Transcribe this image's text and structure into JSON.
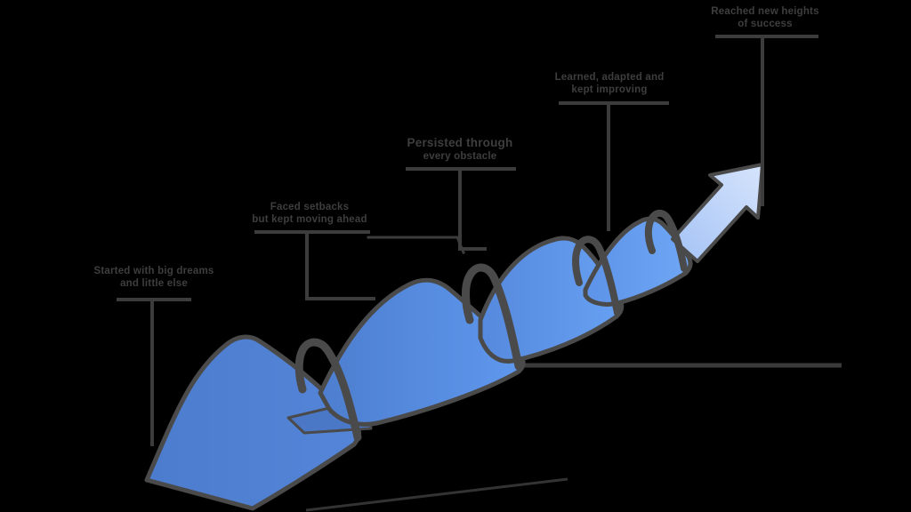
{
  "diagram": {
    "type": "journey-wave-diagram",
    "background_color": "#000000",
    "milestones": [
      {
        "line1": "Started with big dreams",
        "line2": "and little else"
      },
      {
        "line1": "Faced setbacks",
        "line2": "but kept moving ahead"
      },
      {
        "line1": "Persisted through",
        "line2": "every obstacle"
      },
      {
        "line1": "Learned, adapted and",
        "line2": "kept improving"
      },
      {
        "line1": "Reached new heights",
        "line2": "of success"
      }
    ],
    "arrow": {
      "symbol": "up-right-arrow"
    },
    "colors": {
      "ribbon_start": "#4c7ccd",
      "ribbon_end": "#6fa7f5",
      "ribbon_outline": "#4a4a4a",
      "valley_shadow": "#4a77c6",
      "arrow_fill": "#b7d0f8",
      "arrow_tip_fill": "#d6e4fc",
      "connector_line": "#3c3c3c",
      "label_text": "#3e3e3e"
    }
  }
}
